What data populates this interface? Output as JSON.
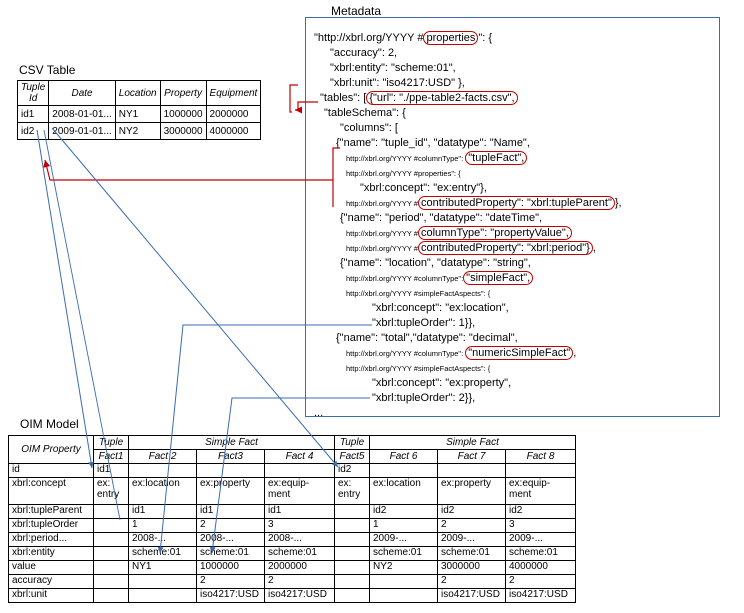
{
  "csv": {
    "title": "CSV Table",
    "headers": [
      "Tuple Id",
      "Date",
      "Location",
      "Property",
      "Equipment"
    ],
    "rows": [
      [
        "id1",
        "2008-01-01...",
        "NY1",
        "1000000",
        "2000000"
      ],
      [
        "id2",
        "2009-01-01...",
        "NY2",
        "3000000",
        "4000000"
      ]
    ]
  },
  "metadata": {
    "title": "Metadata",
    "lines": [
      [
        "\"http://xbrl.org/YYYY #",
        "properties",
        "\": {"
      ],
      [
        "\"accuracy\": 2,"
      ],
      [
        "\"xbrl:entity\": \"scheme:01\","
      ],
      [
        "\"xbrl:unit\": \"iso4217:USD\" },"
      ],
      [
        "\"tables\": [",
        "{\"url\": \"./ppe-table2-facts.csv\",",
        ""
      ],
      [
        "\"tableSchema\": {"
      ],
      [
        "\"columns\": ["
      ],
      [
        "{\"name\": \"tuple_id\", \"datatype\": \"Name\","
      ],
      [
        "http://xbrl.org/YYYY #columnType\": ",
        "\"tupleFact\",",
        ""
      ],
      [
        "http://xbrl.org/YYYY #properties\": {"
      ],
      [
        "\"xbrl:concept\": \"ex:entry\"},"
      ],
      [
        "http://xbrl.org/YYYY #",
        "contributedProperty\":  \"xbrl:tupleParent\"",
        "},"
      ],
      [
        "{\"name\": \"period\", \"datatype\": \"dateTime\","
      ],
      [
        "http://xbrl.org/YYYY #",
        "columnType\": \"propertyValue\",",
        ""
      ],
      [
        "http://xbrl.org/YYYY #",
        "contributedProperty\": \"xbrl:period\"}",
        ","
      ],
      [
        "{\"name\": \"location\", \"datatype\": \"string\","
      ],
      [
        "http://xbrl.org/YYYY #columnType\":",
        "\"simpleFact\",",
        ""
      ],
      [
        "http://xbrl.org/YYYY #simpleFactAspects\": {"
      ],
      [
        "\"xbrl:concept\": \"ex:location\","
      ],
      [
        "\"xbrl:tupleOrder\": 1}},"
      ],
      [
        "{\"name\": \"total\",\"datatype\": \"decimal\","
      ],
      [
        "http://xbrl.org/YYYY #columnType\": ",
        "\"numericSimpleFact\"",
        ","
      ],
      [
        "http://xbrl.org/YYYY #simpleFactAspects\": {"
      ],
      [
        "\"xbrl:concept\": \"ex:property\","
      ],
      [
        "\"xbrl:tupleOrder\": 2}},"
      ],
      [
        "..."
      ]
    ]
  },
  "oim": {
    "title": "OIM Model",
    "group_headers": [
      "OIM Property",
      "Tuple",
      "Simple Fact",
      "Tuple",
      "Simple Fact"
    ],
    "fact_headers": [
      "Fact1",
      "Fact 2",
      "Fact3",
      "Fact 4",
      "Fact5",
      "Fact 6",
      "Fact 7",
      "Fact 8"
    ],
    "rows": [
      [
        "id",
        "id1",
        "",
        "",
        "",
        "id2",
        "",
        "",
        ""
      ],
      [
        "xbrl:concept",
        "ex: entry",
        "ex:location",
        "ex:property",
        "ex:equip-ment",
        "ex: entry",
        "ex:location",
        "ex:property",
        "ex:equip-ment"
      ],
      [
        "xbrl:tupleParent",
        "",
        "id1",
        "id1",
        "id1",
        "",
        "id2",
        "id2",
        "id2"
      ],
      [
        "xbrl:tupleOrder",
        "",
        "1",
        "2",
        "3",
        "",
        "1",
        "2",
        "3"
      ],
      [
        "xbrl:period...",
        "",
        "2008-...",
        "2008-...",
        "2008-...",
        "",
        "2009-...",
        "2009-...",
        "2009-..."
      ],
      [
        "xbrl:entity",
        "",
        "scheme:01",
        "scheme:01",
        "scheme:01",
        "",
        "scheme:01",
        "scheme:01",
        "scheme:01"
      ],
      [
        "value",
        "",
        "NY1",
        "1000000",
        "2000000",
        "",
        "NY2",
        "3000000",
        "4000000"
      ],
      [
        "accuracy",
        "",
        "",
        "2",
        "2",
        "",
        "",
        "2",
        "2"
      ],
      [
        "xbrl:unit",
        "",
        "",
        "iso4217:USD",
        "iso4217:USD",
        "",
        "",
        "iso4217:USD",
        "iso4217:USD"
      ]
    ]
  },
  "colors": {
    "arrow_blue": "#3b6bb0",
    "highlight_red": "#c00000"
  }
}
